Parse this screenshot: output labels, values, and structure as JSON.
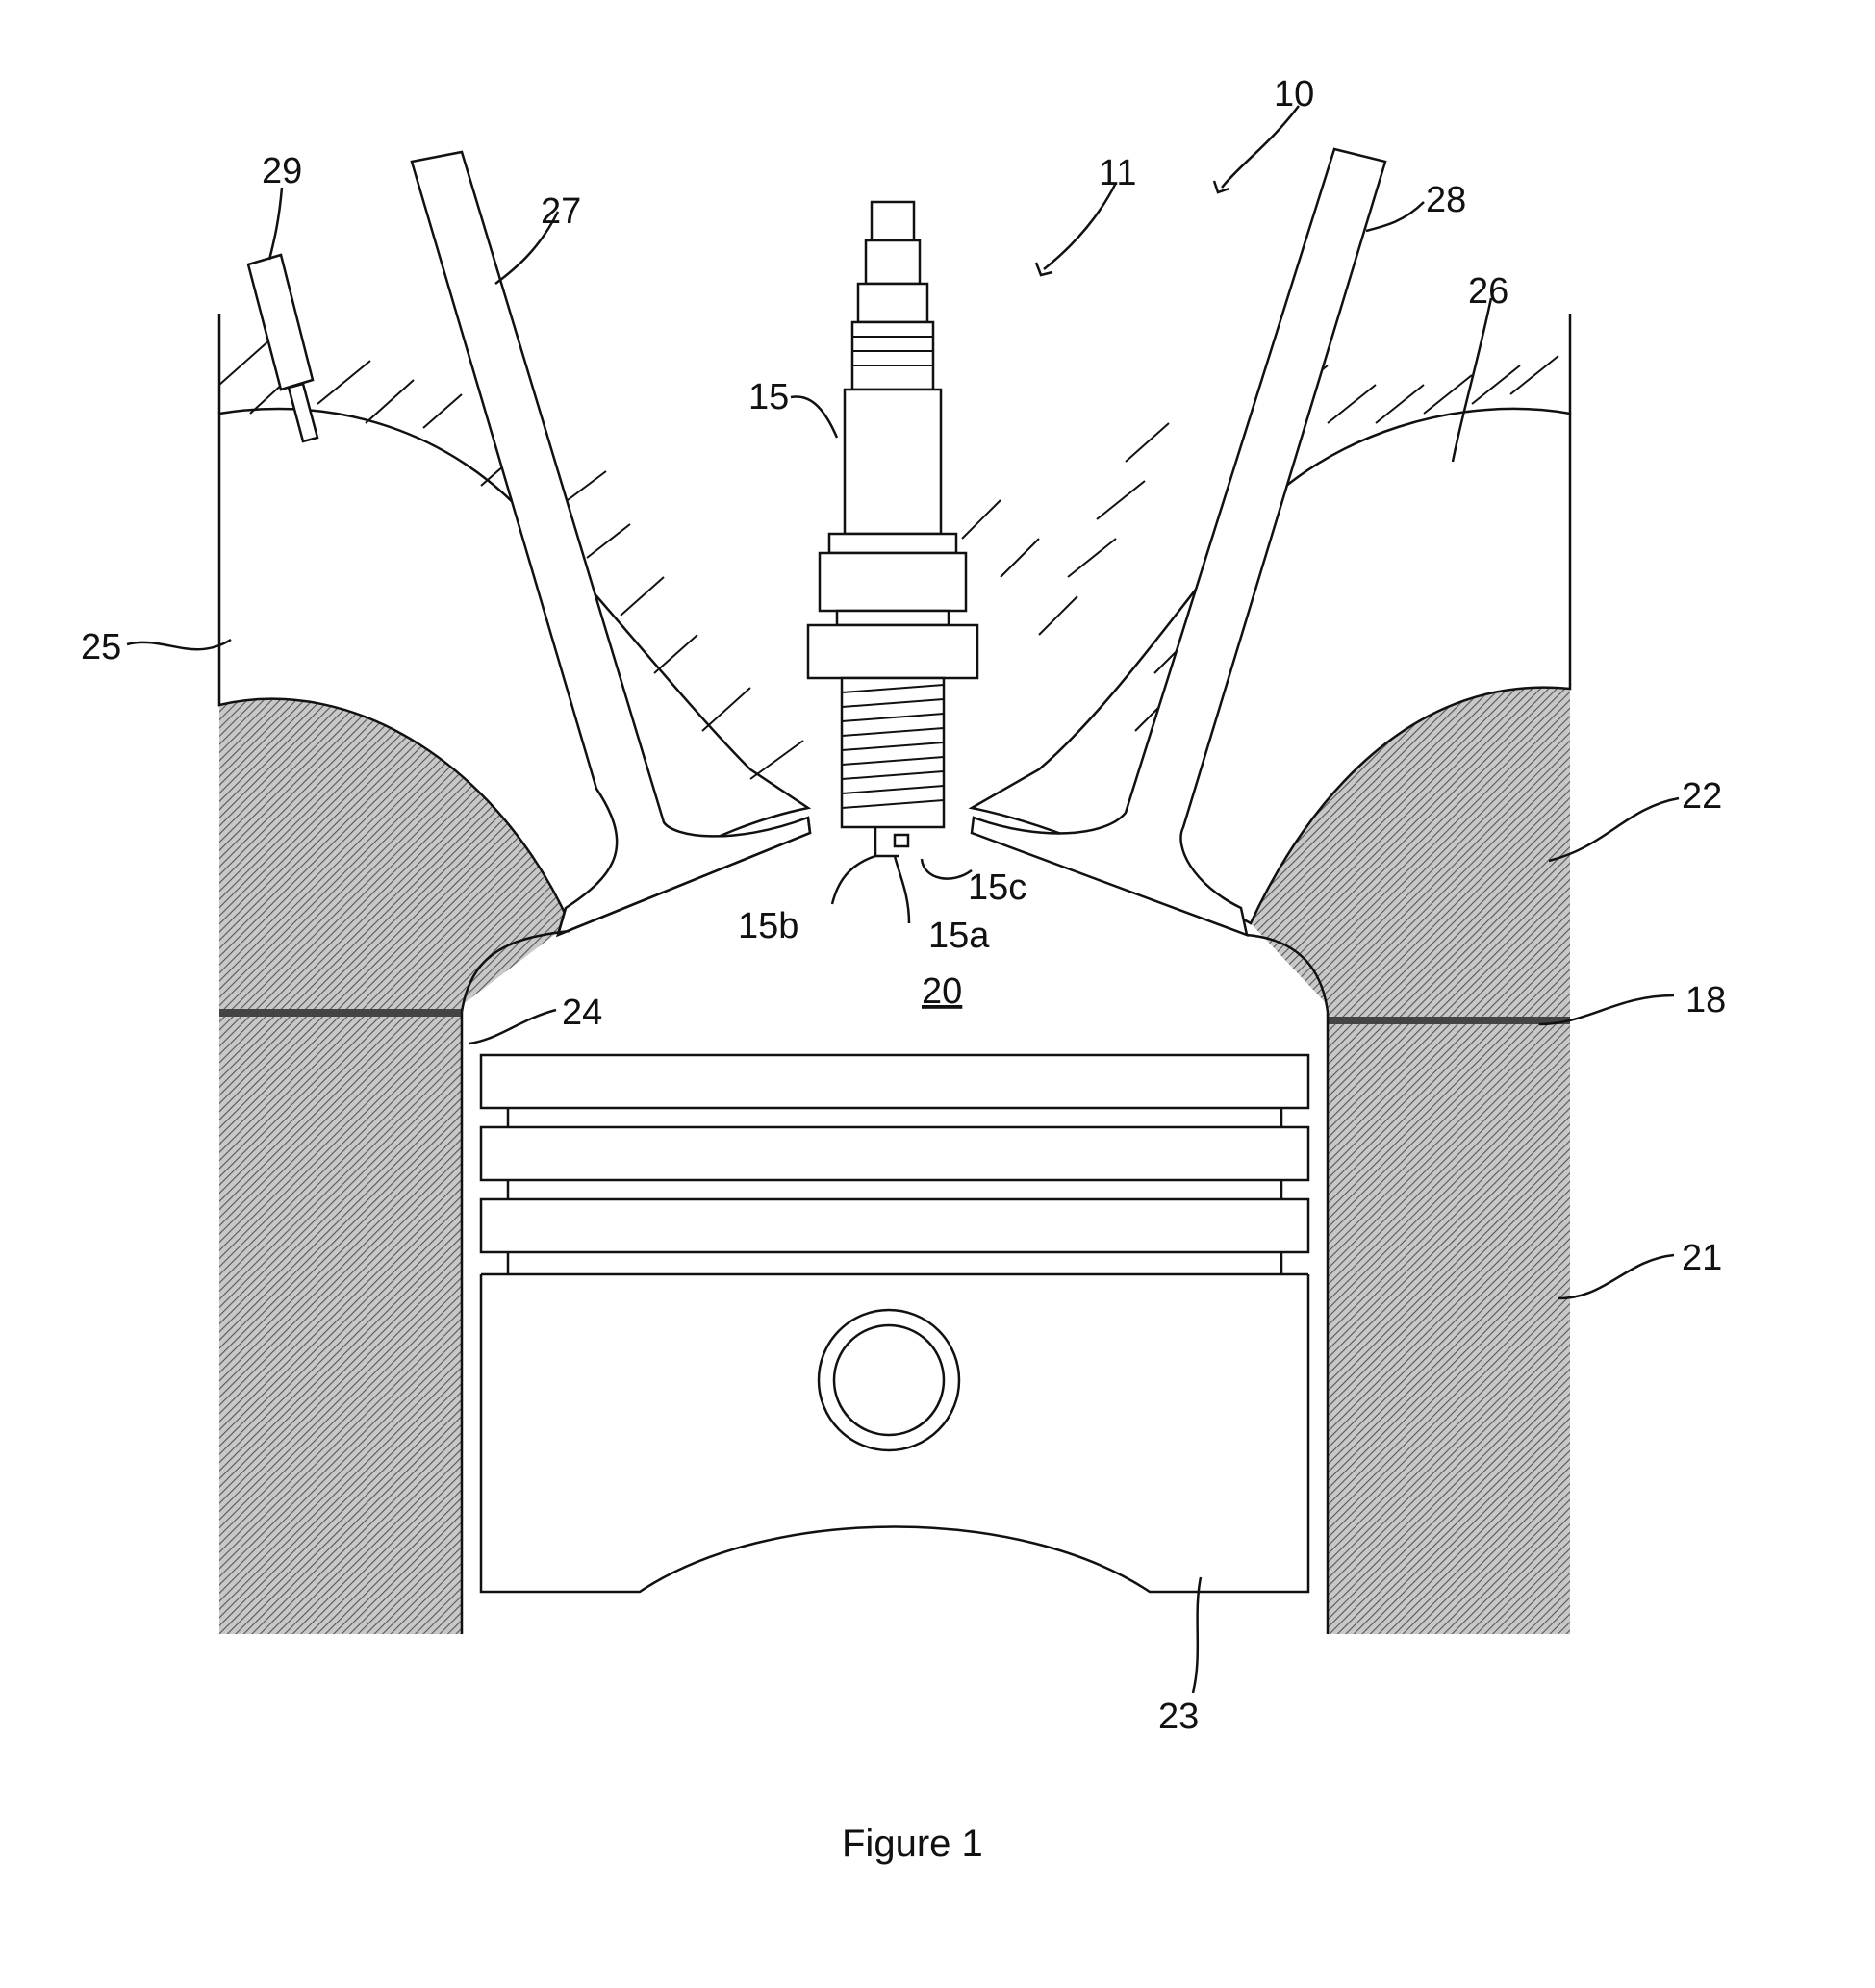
{
  "figure": {
    "caption": "Figure 1",
    "colors": {
      "line": "#111111",
      "background": "#ffffff",
      "hatch": "#555555"
    },
    "labels": {
      "ref_10": "10",
      "ref_11": "11",
      "ref_15": "15",
      "ref_15a": "15a",
      "ref_15b": "15b",
      "ref_15c": "15c",
      "ref_18": "18",
      "ref_20": "20",
      "ref_21": "21",
      "ref_22": "22",
      "ref_23": "23",
      "ref_24": "24",
      "ref_25": "25",
      "ref_26": "26",
      "ref_27": "27",
      "ref_28": "28",
      "ref_29": "29"
    }
  }
}
